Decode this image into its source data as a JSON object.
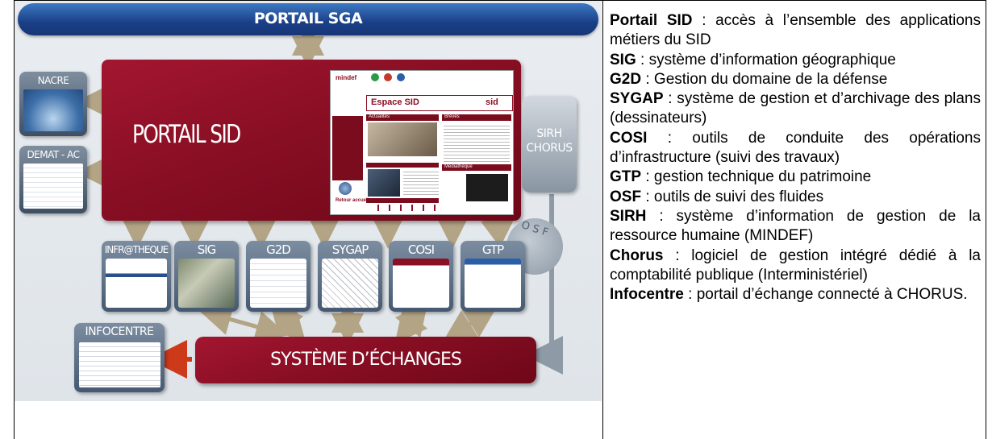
{
  "diagram": {
    "portail_sga": "PORTAIL SGA",
    "portail_sid": "PORTAIL SID",
    "nacre": "NACRE",
    "demat_ac": "DEMAT - AC",
    "sirh": "SIRH",
    "chorus": "CHORUS",
    "osf": "O S F",
    "apps": [
      "INFR@THEQUE",
      "SIG",
      "G2D",
      "SYGAP",
      "COSI",
      "GTP"
    ],
    "infocentre": "INFOCENTRE",
    "systeme_echanges": "SYSTÈME D’ÉCHANGES",
    "screenshot": {
      "brand": "mindef",
      "espace": "Espace SID",
      "sid_logo": "sid",
      "actualites": "Actualités",
      "breves": "Brèves",
      "mediatheque": "Médiathèque",
      "retour": "Retour accueil"
    }
  },
  "legend": [
    {
      "term": "Portail SID",
      "desc": " : accès à l’ensemble des applications métiers du SID"
    },
    {
      "term": "SIG",
      "desc": " : système d’information géographique"
    },
    {
      "term": "G2D",
      "desc": " : Gestion du domaine de la défense"
    },
    {
      "term": "SYGAP",
      "desc": " : système de gestion et d’archivage des plans (dessinateurs)"
    },
    {
      "term": "COSI",
      "desc": " : outils de conduite des opérations d’infrastructure (suivi des travaux)"
    },
    {
      "term": "GTP",
      "desc": " : gestion technique du patrimoine"
    },
    {
      "term": "OSF",
      "desc": " : outils de suivi des fluides"
    },
    {
      "term": "SIRH",
      "desc": " : système d’information de gestion de la ressource humaine (MINDEF)"
    },
    {
      "term": "Chorus",
      "desc": " : logiciel de gestion intégré dédié à la comptabilité publique (Interministériel)"
    },
    {
      "term": "Infocentre",
      "desc": " : portail d’échange connecté à CHORUS."
    }
  ]
}
